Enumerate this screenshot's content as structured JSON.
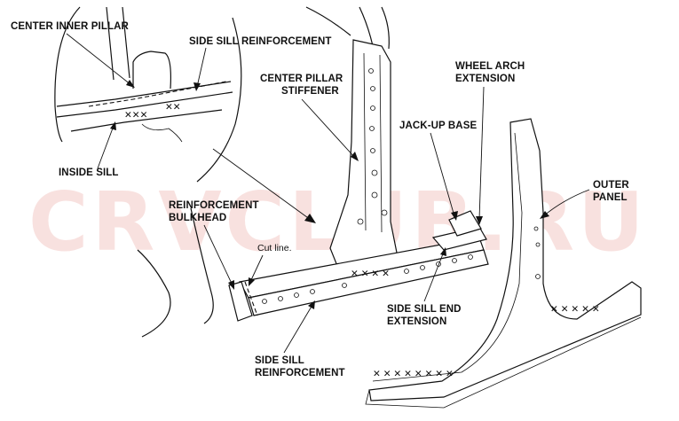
{
  "labels": {
    "center_inner_pillar": "CENTER INNER PILLAR",
    "side_sill_reinforcement_top": "SIDE SILL REINFORCEMENT",
    "center_pillar_stiffener_1": "CENTER PILLAR",
    "center_pillar_stiffener_2": "STIFFENER",
    "wheel_arch_extension_1": "WHEEL ARCH",
    "wheel_arch_extension_2": "EXTENSION",
    "jack_up_base": "JACK-UP BASE",
    "inside_sill": "INSIDE SILL",
    "outer_panel_1": "OUTER",
    "outer_panel_2": "PANEL",
    "reinforcement_bulkhead_1": "REINFORCEMENT",
    "reinforcement_bulkhead_2": "BULKHEAD",
    "cut_line": "Cut line.",
    "side_sill_end_extension_1": "SIDE SILL END",
    "side_sill_end_extension_2": "EXTENSION",
    "side_sill_reinforcement_bottom_1": "SIDE SILL",
    "side_sill_reinforcement_bottom_2": "REINFORCEMENT"
  },
  "watermark": "CRVCLUB.RU",
  "colors": {
    "line": "#111111",
    "watermark": "#f4c9c6",
    "background": "#ffffff"
  }
}
